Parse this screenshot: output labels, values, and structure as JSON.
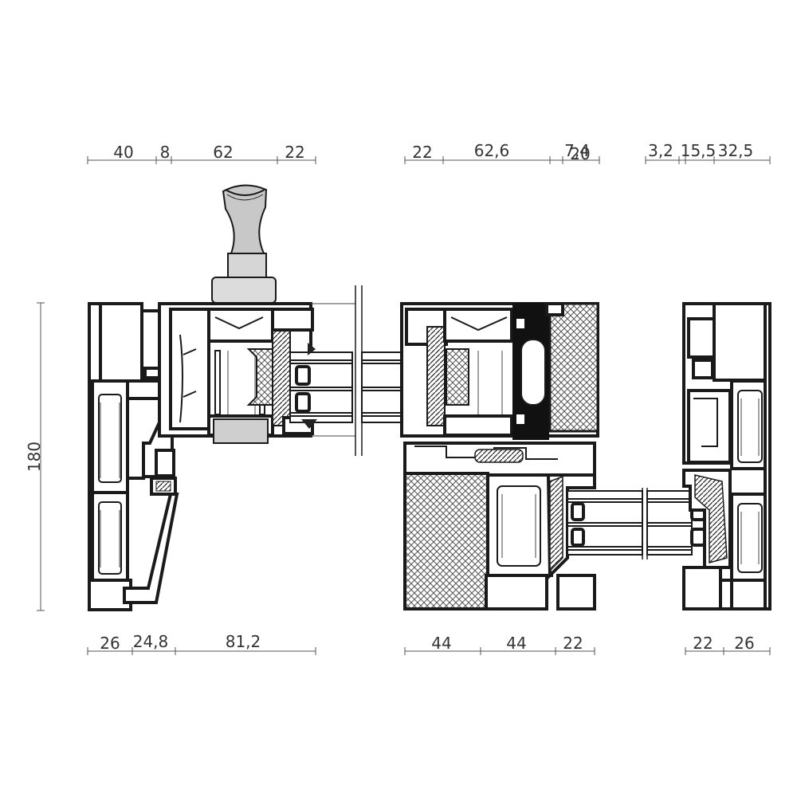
{
  "dimensions": {
    "top_left": [
      "40",
      "8",
      "62",
      "22"
    ],
    "top_middle": [
      "22",
      "62,6",
      "7,4",
      "20"
    ],
    "top_right": [
      "3,2",
      "15,5",
      "32,5"
    ],
    "bottom_left": [
      "26",
      "24,8",
      "81,2"
    ],
    "bottom_middle": [
      "44",
      "44",
      "22"
    ],
    "bottom_right": [
      "22",
      "26"
    ],
    "height": "180"
  }
}
